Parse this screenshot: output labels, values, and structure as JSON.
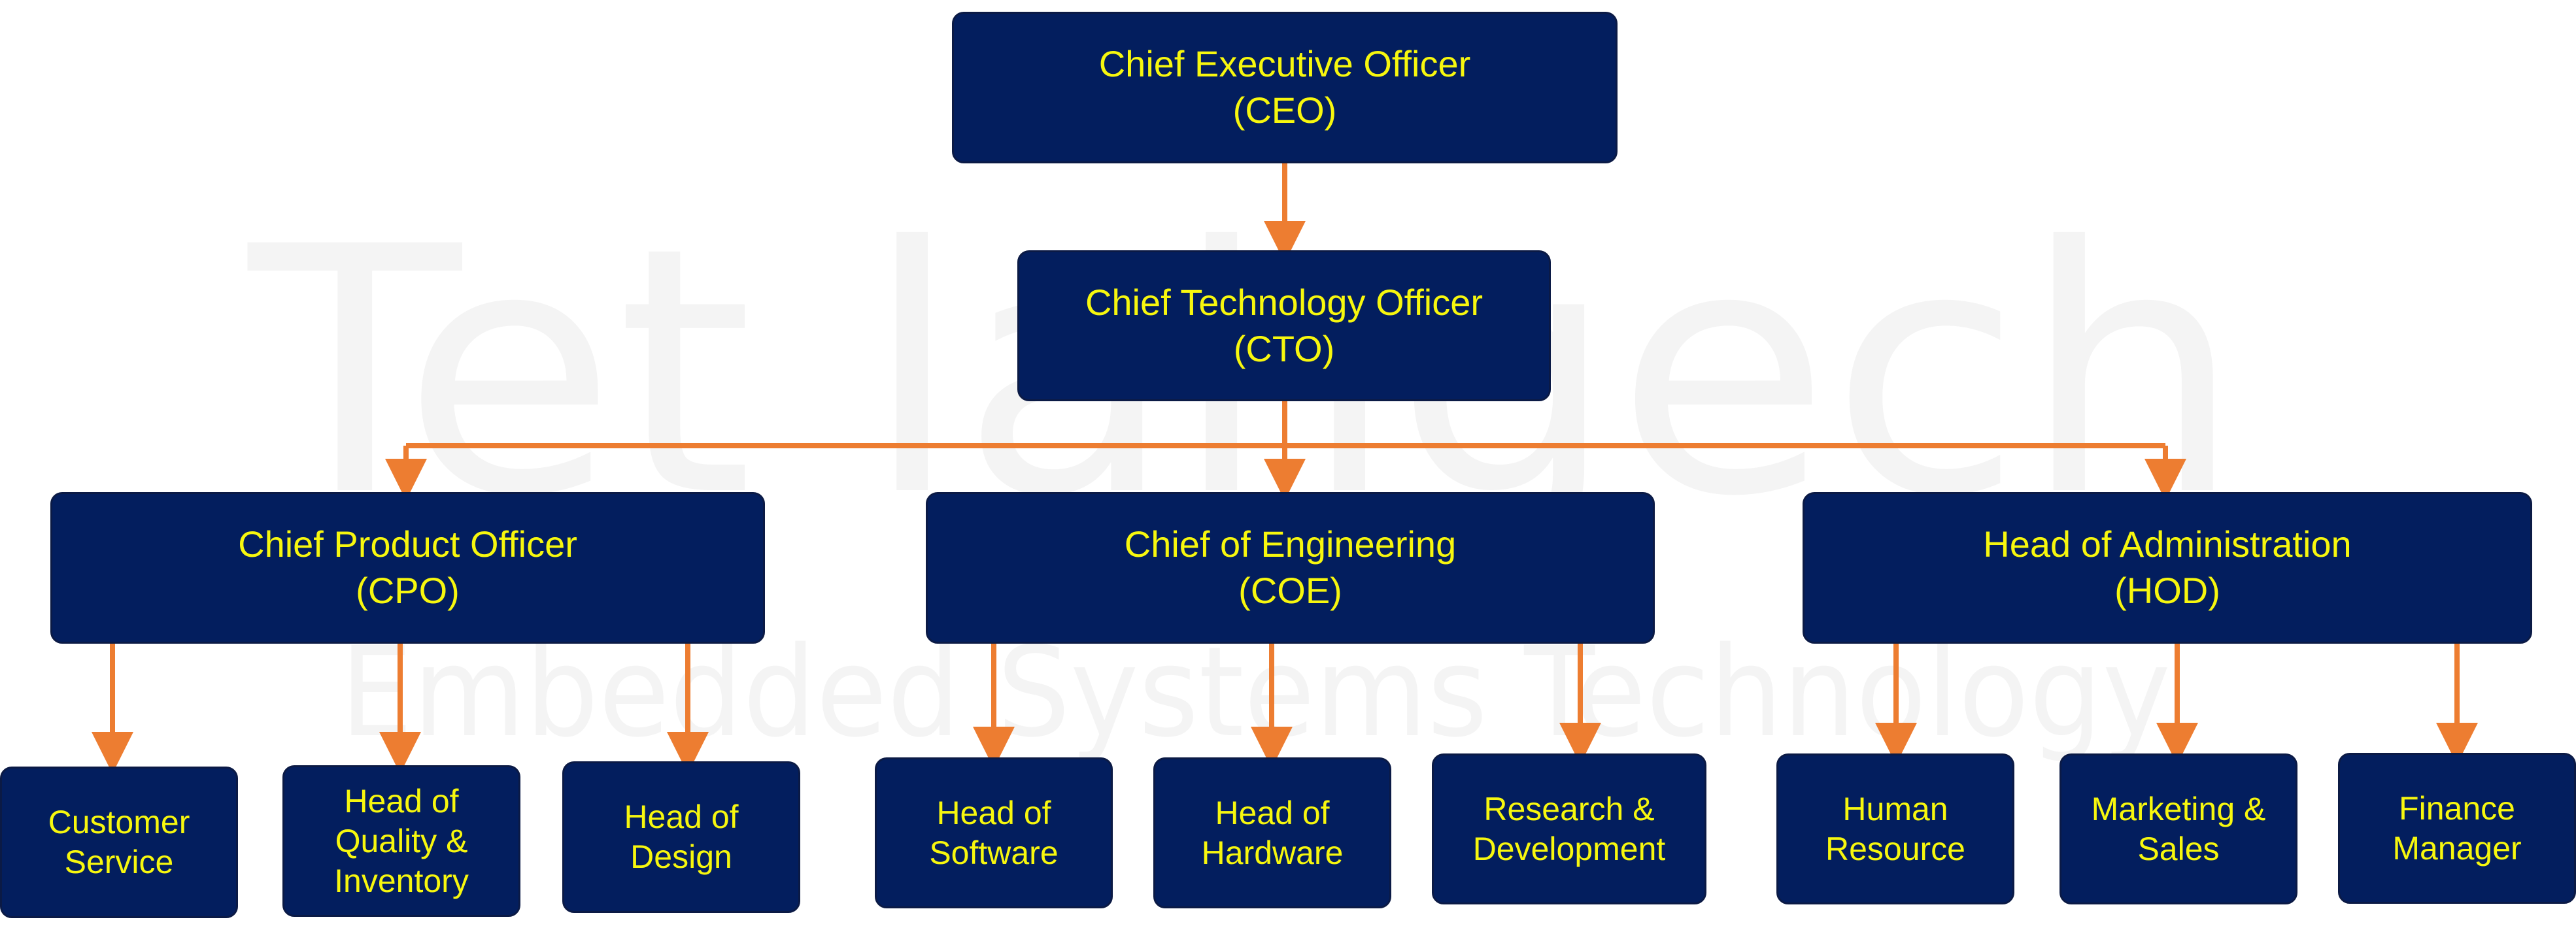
{
  "watermark": {
    "line1": "Tet lahgech",
    "line2": "Embedded Systems Technology"
  },
  "colors": {
    "box_fill": "#031e5e",
    "box_border": "#0b1a45",
    "text": "#f7f70e",
    "connector": "#ed7d31"
  },
  "nodes": {
    "ceo": [
      "Chief Executive Officer",
      "(CEO)"
    ],
    "cto": [
      "Chief Technology Officer",
      "(CTO)"
    ],
    "cpo": [
      "Chief Product Officer",
      "(CPO)"
    ],
    "coe": [
      "Chief of Engineering",
      "(COE)"
    ],
    "hod": [
      "Head of Administration",
      "(HOD)"
    ],
    "customer_service": [
      "Customer",
      "Service"
    ],
    "quality_inventory": [
      "Head of",
      "Quality &",
      "Inventory"
    ],
    "design": [
      "Head of",
      "Design"
    ],
    "software": [
      "Head of",
      "Software"
    ],
    "hardware": [
      "Head of",
      "Hardware"
    ],
    "research": [
      "Research &",
      "Development"
    ],
    "human_resource": [
      "Human",
      "Resource"
    ],
    "marketing": [
      "Marketing &",
      "Sales"
    ],
    "finance": [
      "Finance",
      "Manager"
    ]
  }
}
